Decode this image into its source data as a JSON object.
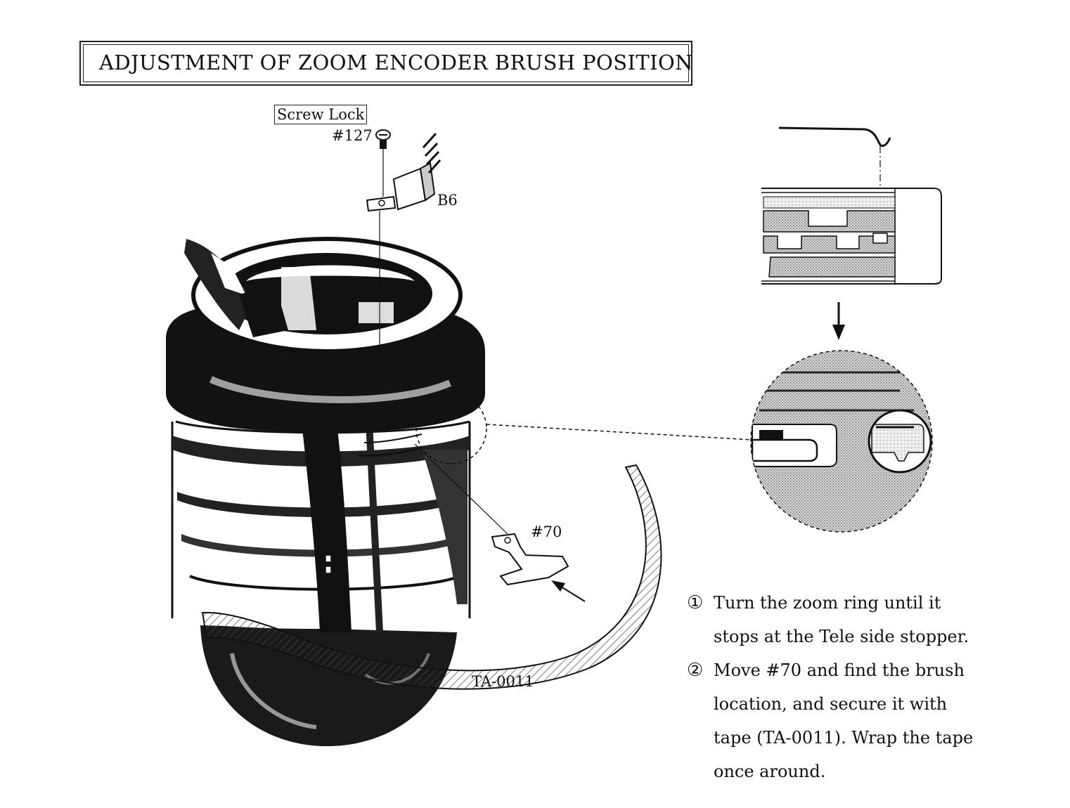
{
  "title": "ADJUSTMENT OF ZOOM ENCODER BRUSH POSITION",
  "labels": {
    "screw_lock": "Screw Lock",
    "part_127": "#127",
    "part_b6": "B6",
    "part_70": "#70",
    "tape": "TA-0011"
  },
  "instructions": [
    {
      "marker": "①",
      "lines": [
        "Turn the zoom ring until it",
        "stops at the Tele side stopper."
      ]
    },
    {
      "marker": "②",
      "lines": [
        "Move #70 and find the brush",
        "location, and secure it with",
        "tape (TA-0011). Wrap the tape",
        "once around."
      ]
    }
  ],
  "colors": {
    "ink": "#111111",
    "paper": "#ffffff",
    "hatch": "#555555",
    "screen": "#9a9a9a"
  }
}
